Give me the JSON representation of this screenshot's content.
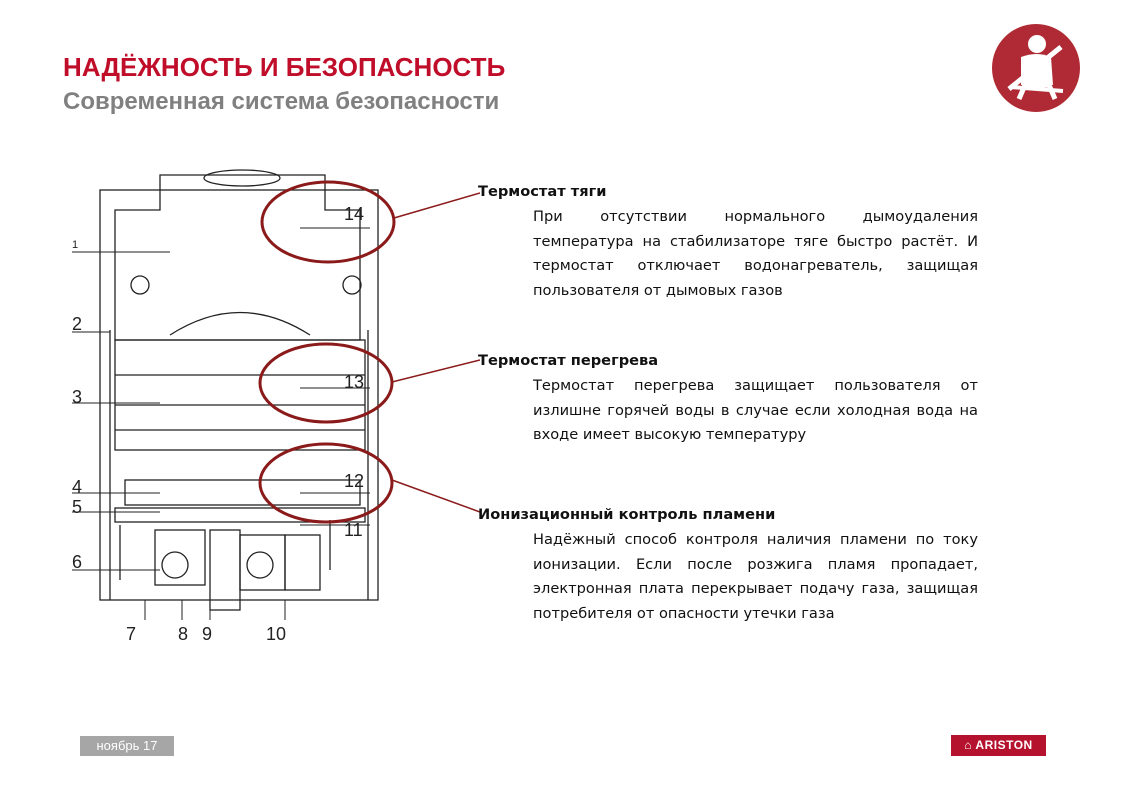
{
  "header": {
    "title": "НАДЁЖНОСТЬ И БЕЗОПАСНОСТЬ",
    "subtitle": "Современная система безопасности"
  },
  "diagram": {
    "labels": [
      "1",
      "2",
      "3",
      "4",
      "5",
      "6",
      "7",
      "8",
      "9",
      "10",
      "11",
      "12",
      "13",
      "14"
    ]
  },
  "features": [
    {
      "title": "Термостат тяги",
      "text": "При отсутствии нормального дымоудаления температура на стабилизаторе тяге быстро растёт. И термостат  отключает водонагреватель, защищая пользователя от дымовых газов"
    },
    {
      "title": "Термостат перегрева",
      "text": "Термостат перегрева защищает пользователя от излишне горячей воды в случае если холодная вода на входе имеет высокую температуру"
    },
    {
      "title": "Ионизационный контроль пламени",
      "text": "Надёжный способ контроля наличия пламени по току ионизации. Если после розжига пламя пропадает, электронная плата перекрывает подачу газа, защищая потребителя от опасности утечки газа"
    }
  ],
  "footer": {
    "date": "ноябрь 17",
    "brand": "ARISTON"
  },
  "colors": {
    "accent": "#c00d2a",
    "ellipse": "#8b1a1a",
    "subtitle": "#808080"
  }
}
